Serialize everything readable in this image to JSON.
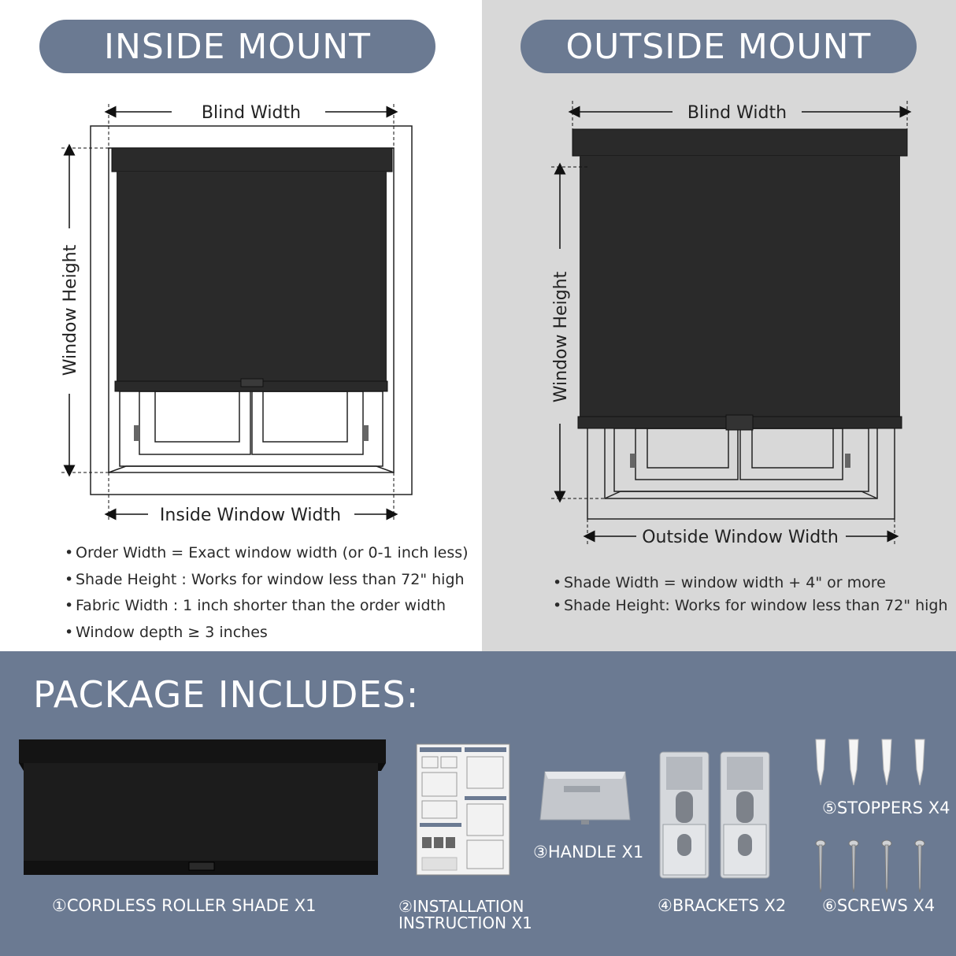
{
  "inside_mount": {
    "title": "INSIDE MOUNT",
    "blind_width_label": "Blind Width",
    "window_height_label": "Window Height",
    "window_width_label": "Inside Window Width",
    "notes": [
      "Order Width = Exact window width (or 0-1 inch less)",
      "Shade Height : Works for window less than 72\" high",
      "Fabric Width : 1 inch shorter than the order width",
      "Window depth ≥ 3 inches"
    ]
  },
  "outside_mount": {
    "title": "OUTSIDE MOUNT",
    "blind_width_label": "Blind Width",
    "window_height_label": "Window Height",
    "window_width_label": "Outside Window Width",
    "notes": [
      "Shade Width = window width + 4\" or more",
      "Shade Height: Works for window less than 72\" high"
    ]
  },
  "package": {
    "title": "PACKAGE INCLUDES:",
    "items": {
      "shade": "①CORDLESS ROLLER SHADE X1",
      "instruction_line1": "②INSTALLATION",
      "instruction_line2": "INSTRUCTION X1",
      "handle": "③HANDLE X1",
      "brackets": "④BRACKETS X2",
      "stoppers": "⑤STOPPERS X4",
      "screws": "⑥SCREWS X4"
    }
  },
  "colors": {
    "header_pill": "#6b7a92",
    "package_background": "#6b7a92",
    "shade_fabric": "#2a2a2a",
    "right_panel_background": "#d8d8d8"
  }
}
